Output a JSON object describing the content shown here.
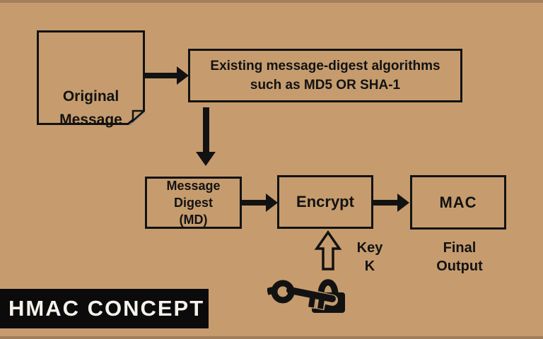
{
  "colors": {
    "bg": "#C69C6E",
    "ink": "#121212",
    "banner-bg": "#0B0B0B",
    "banner-text": "#F6F1EA",
    "fold-shadow": "#8C8C8C"
  },
  "banner": {
    "label": "HMAC CONCEPT"
  },
  "nodes": {
    "original_message": {
      "lines": [
        "Original",
        "Message"
      ]
    },
    "digest_algorithms": {
      "lines": [
        "Existing message-digest algorithms",
        "such as MD5 OR SHA-1"
      ]
    },
    "message_digest": {
      "lines": [
        "Message",
        "Digest",
        "(MD)"
      ]
    },
    "encrypt": {
      "label": "Encrypt"
    },
    "mac": {
      "label": "MAC"
    }
  },
  "annotations": {
    "key": {
      "lines": [
        "Key",
        "K"
      ]
    },
    "final_output": {
      "lines": [
        "Final",
        "Output"
      ]
    }
  },
  "icons": {
    "lock_and_key": "lock-and-key-icon",
    "flow_arrows": [
      "right-arrow",
      "down-arrow",
      "right-arrow",
      "right-arrow",
      "up-arrow"
    ]
  }
}
